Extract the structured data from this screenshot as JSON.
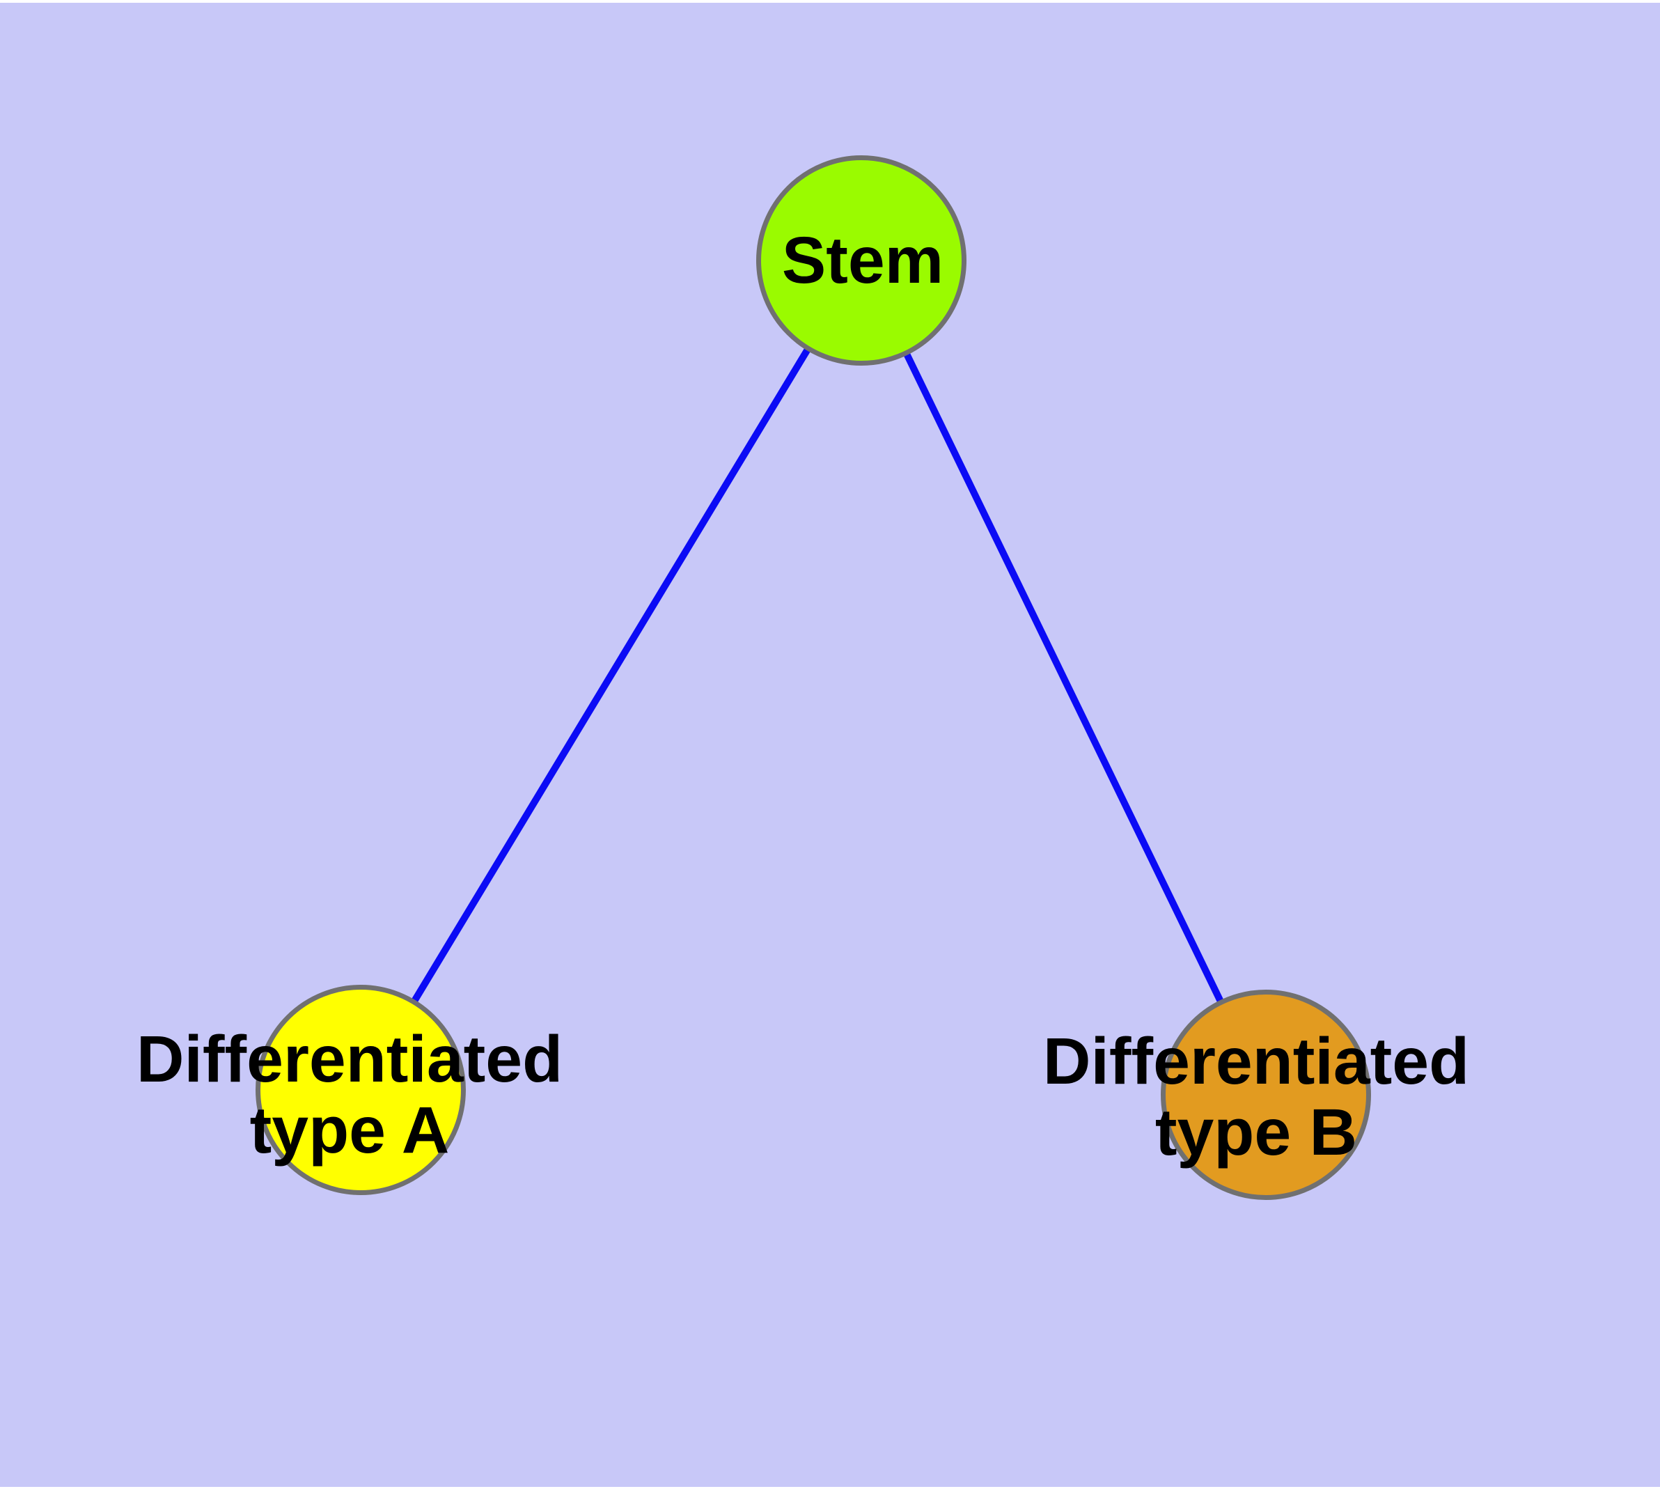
{
  "diagram": {
    "background_color": "#C8C8F8",
    "page_margin_color": "#FFFFFF",
    "edge_color": "#0B0BF5",
    "node_border_color": "#707070",
    "text_color": "#000000",
    "nodes": {
      "stem": {
        "label": "Stem",
        "fill_color": "#9AFB00"
      },
      "type_a": {
        "label_line1": "Differentiated",
        "label_line2": "type A",
        "fill_color": "#FFFF00"
      },
      "type_b": {
        "label_line1": "Differentiated",
        "label_line2": "type B",
        "fill_color": "#E29B20"
      }
    },
    "edges": [
      {
        "from": "Stem",
        "to": "Differentiated type A"
      },
      {
        "from": "Stem",
        "to": "Differentiated type B"
      }
    ]
  }
}
